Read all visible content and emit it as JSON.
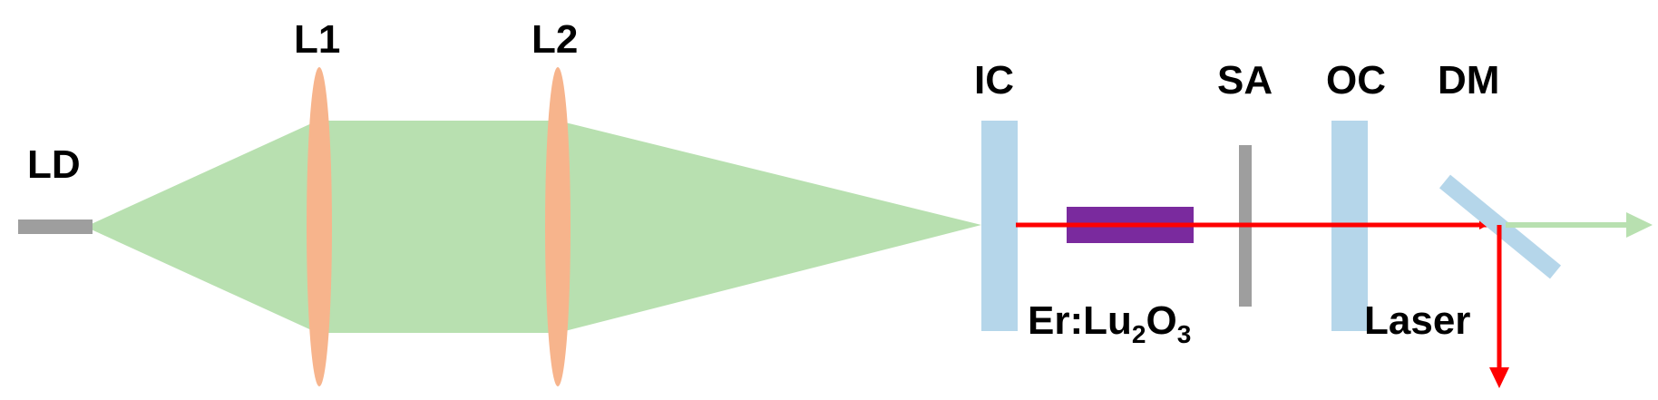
{
  "labels": {
    "ld": "LD",
    "l1": "L1",
    "l2": "L2",
    "ic": "IC",
    "sa": "SA",
    "oc": "OC",
    "dm": "DM",
    "laser": "Laser",
    "crystal_prefix": "Er:Lu",
    "crystal_sub1": "2",
    "crystal_mid": "O",
    "crystal_sub2": "3"
  },
  "colors": {
    "pump_beam": "#b8e0b0",
    "lens": "#f7b48c",
    "mirror": "#b5d6ea",
    "crystal": "#7a2a9e",
    "absorber": "#9e9e9e",
    "diode": "#9e9e9e",
    "laser_beam": "#ff0000",
    "output_arrow": "#b8e0b0"
  }
}
